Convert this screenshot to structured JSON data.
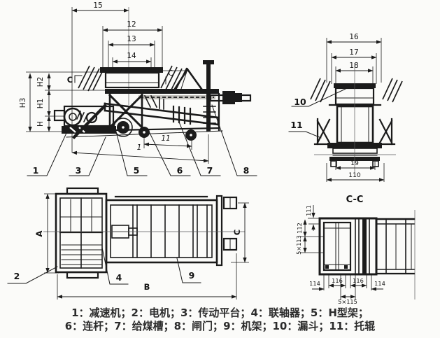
{
  "colors": {
    "ink": "#1b1b1b",
    "paper": "#fbfbf9",
    "legend_text": "#2c2c2c"
  },
  "side_view": {
    "dim_top": [
      "15",
      "12",
      "13",
      "14"
    ],
    "dim_h": [
      "H3",
      "H2",
      "H1",
      "H"
    ],
    "dim_bottom": [
      "11",
      "1"
    ],
    "section_marks": [
      "C",
      "C"
    ],
    "callouts": [
      "1",
      "3",
      "5",
      "6",
      "7",
      "8"
    ]
  },
  "end_view": {
    "dim_top": [
      "16",
      "17",
      "18"
    ],
    "dim_bottom": [
      "19",
      "110"
    ],
    "callouts": [
      "10",
      "11"
    ]
  },
  "plan_view": {
    "dims": [
      "A",
      "B",
      "C"
    ],
    "callouts": [
      "2",
      "4",
      "9"
    ]
  },
  "section_view": {
    "title": "C-C",
    "dim_left": [
      "111",
      "112",
      "5×113"
    ],
    "dim_bottom": [
      "114",
      "116",
      "116",
      "114",
      "5×115"
    ]
  },
  "legend": {
    "items": [
      {
        "num": "1",
        "name": "减速机",
        "display": "1：减速机；"
      },
      {
        "num": "2",
        "name": "电机",
        "display": "2：电机；"
      },
      {
        "num": "3",
        "name": "传动平台",
        "display": "3：传动平台；"
      },
      {
        "num": "4",
        "name": "联轴器",
        "display": "4：联轴器；"
      },
      {
        "num": "5",
        "name": "H型架",
        "display": "5：H型架；"
      },
      {
        "num": "6",
        "name": "连杆",
        "display": "6：连杆；"
      },
      {
        "num": "7",
        "name": "给煤槽",
        "display": "7：给煤槽；"
      },
      {
        "num": "8",
        "name": "闸门",
        "display": "8：闸门；"
      },
      {
        "num": "9",
        "name": "机架",
        "display": "9：机架；"
      },
      {
        "num": "10",
        "name": "漏斗",
        "display": "10：漏斗；"
      },
      {
        "num": "11",
        "name": "托辊",
        "display": "11：托辊"
      }
    ]
  }
}
